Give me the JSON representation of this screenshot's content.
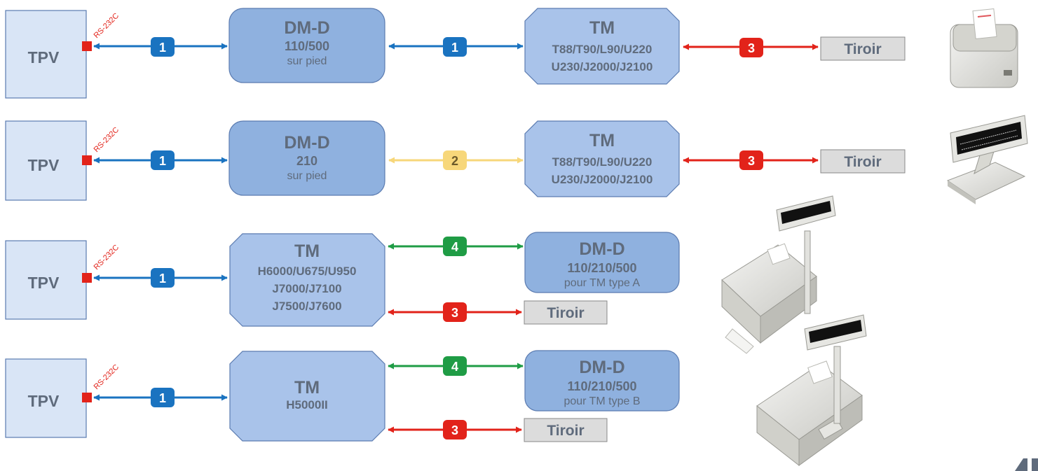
{
  "colors": {
    "tpv_fill": "#d9e5f6",
    "box_fill": "#a9c3ea",
    "dmd_fill": "#8fb1df",
    "box_stroke": "#5b7bb0",
    "text": "#5f6b7c",
    "tiroir_fill": "#dcdcdc",
    "connector": "#e2231a",
    "link_1": "#1a73c0",
    "link_2": "#f7d77a",
    "link_3": "#e2231a",
    "link_4": "#1f9c45"
  },
  "rows": [
    {
      "tpv": "TPV",
      "port": "RS-232C",
      "link1": "1",
      "mid": {
        "title": "DM-D",
        "line1": "110/500",
        "line2": "sur pied",
        "line3": ""
      },
      "link2": "1",
      "tm": {
        "title": "TM",
        "line1": "T88/T90/L90/U220",
        "line2": "U230/J2000/J2100"
      },
      "link3": "3",
      "tiroir": "Tiroir",
      "device": "receipt-printer"
    },
    {
      "tpv": "TPV",
      "port": "RS-232C",
      "link1": "1",
      "mid": {
        "title": "DM-D",
        "line1": "210",
        "line2": "sur pied",
        "line3": ""
      },
      "link2": "2",
      "tm": {
        "title": "TM",
        "line1": "T88/T90/L90/U220",
        "line2": "U230/J2000/J2100"
      },
      "link3": "3",
      "tiroir": "Tiroir",
      "device": "customer-display"
    },
    {
      "tpv": "TPV",
      "port": "RS-232C",
      "link1": "1",
      "mid": {
        "title": "TM",
        "line1": "H6000/U675/U950",
        "line2": "J7000/J7100",
        "line3": "J7500/J7600"
      },
      "link_top": "4",
      "dmd": {
        "title": "DM-D",
        "line1": "110/210/500",
        "line2": "pour TM type A"
      },
      "link_bottom": "3",
      "tiroir": "Tiroir",
      "device": "printer-with-pole-display"
    },
    {
      "tpv": "TPV",
      "port": "RS-232C",
      "link1": "1",
      "mid": {
        "title": "TM",
        "line1": "H5000II",
        "line2": "",
        "line3": ""
      },
      "link_top": "4",
      "dmd": {
        "title": "DM-D",
        "line1": "110/210/500",
        "line2": "pour TM type B"
      },
      "link_bottom": "3",
      "tiroir": "Tiroir",
      "device": "printer-with-pole-display"
    }
  ]
}
